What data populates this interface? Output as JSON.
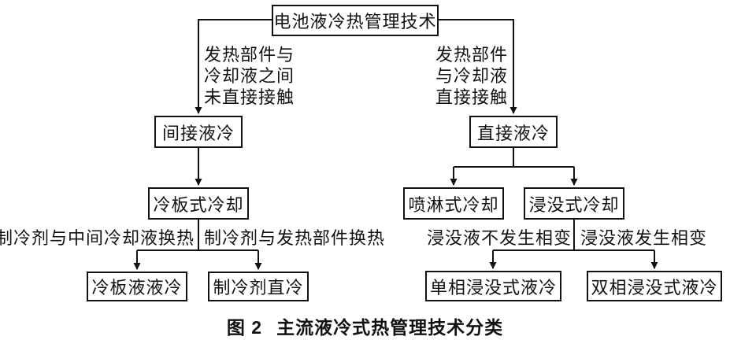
{
  "figure": {
    "caption_prefix": "图 2",
    "caption_text": "主流液冷式热管理技术分类"
  },
  "nodes": {
    "root": "电池液冷热管理技术",
    "indirect": "间接液冷",
    "direct": "直接液冷",
    "cold_plate": "冷板式冷却",
    "spray": "喷淋式冷却",
    "immersion": "浸没式冷却",
    "cold_plate_liquid": "冷板液液冷",
    "refrigerant_direct": "制冷剂直冷",
    "single_phase": "单相浸没式液冷",
    "dual_phase": "双相浸没式液冷"
  },
  "edge_labels": {
    "indirect_condition": [
      "发热部件与",
      "冷却液之间",
      "未直接接触"
    ],
    "direct_condition": [
      "发热部件",
      "与冷却液",
      "直接接触"
    ],
    "cold_plate_liquid_condition": "制冷剂与中间冷却液换热",
    "refrigerant_direct_condition": "制冷剂与发热部件换热",
    "single_phase_condition": "浸没液不发生相变",
    "dual_phase_condition": "浸没液发生相变"
  },
  "colors": {
    "line": "#111111",
    "text": "#111111",
    "background": "#ffffff"
  }
}
